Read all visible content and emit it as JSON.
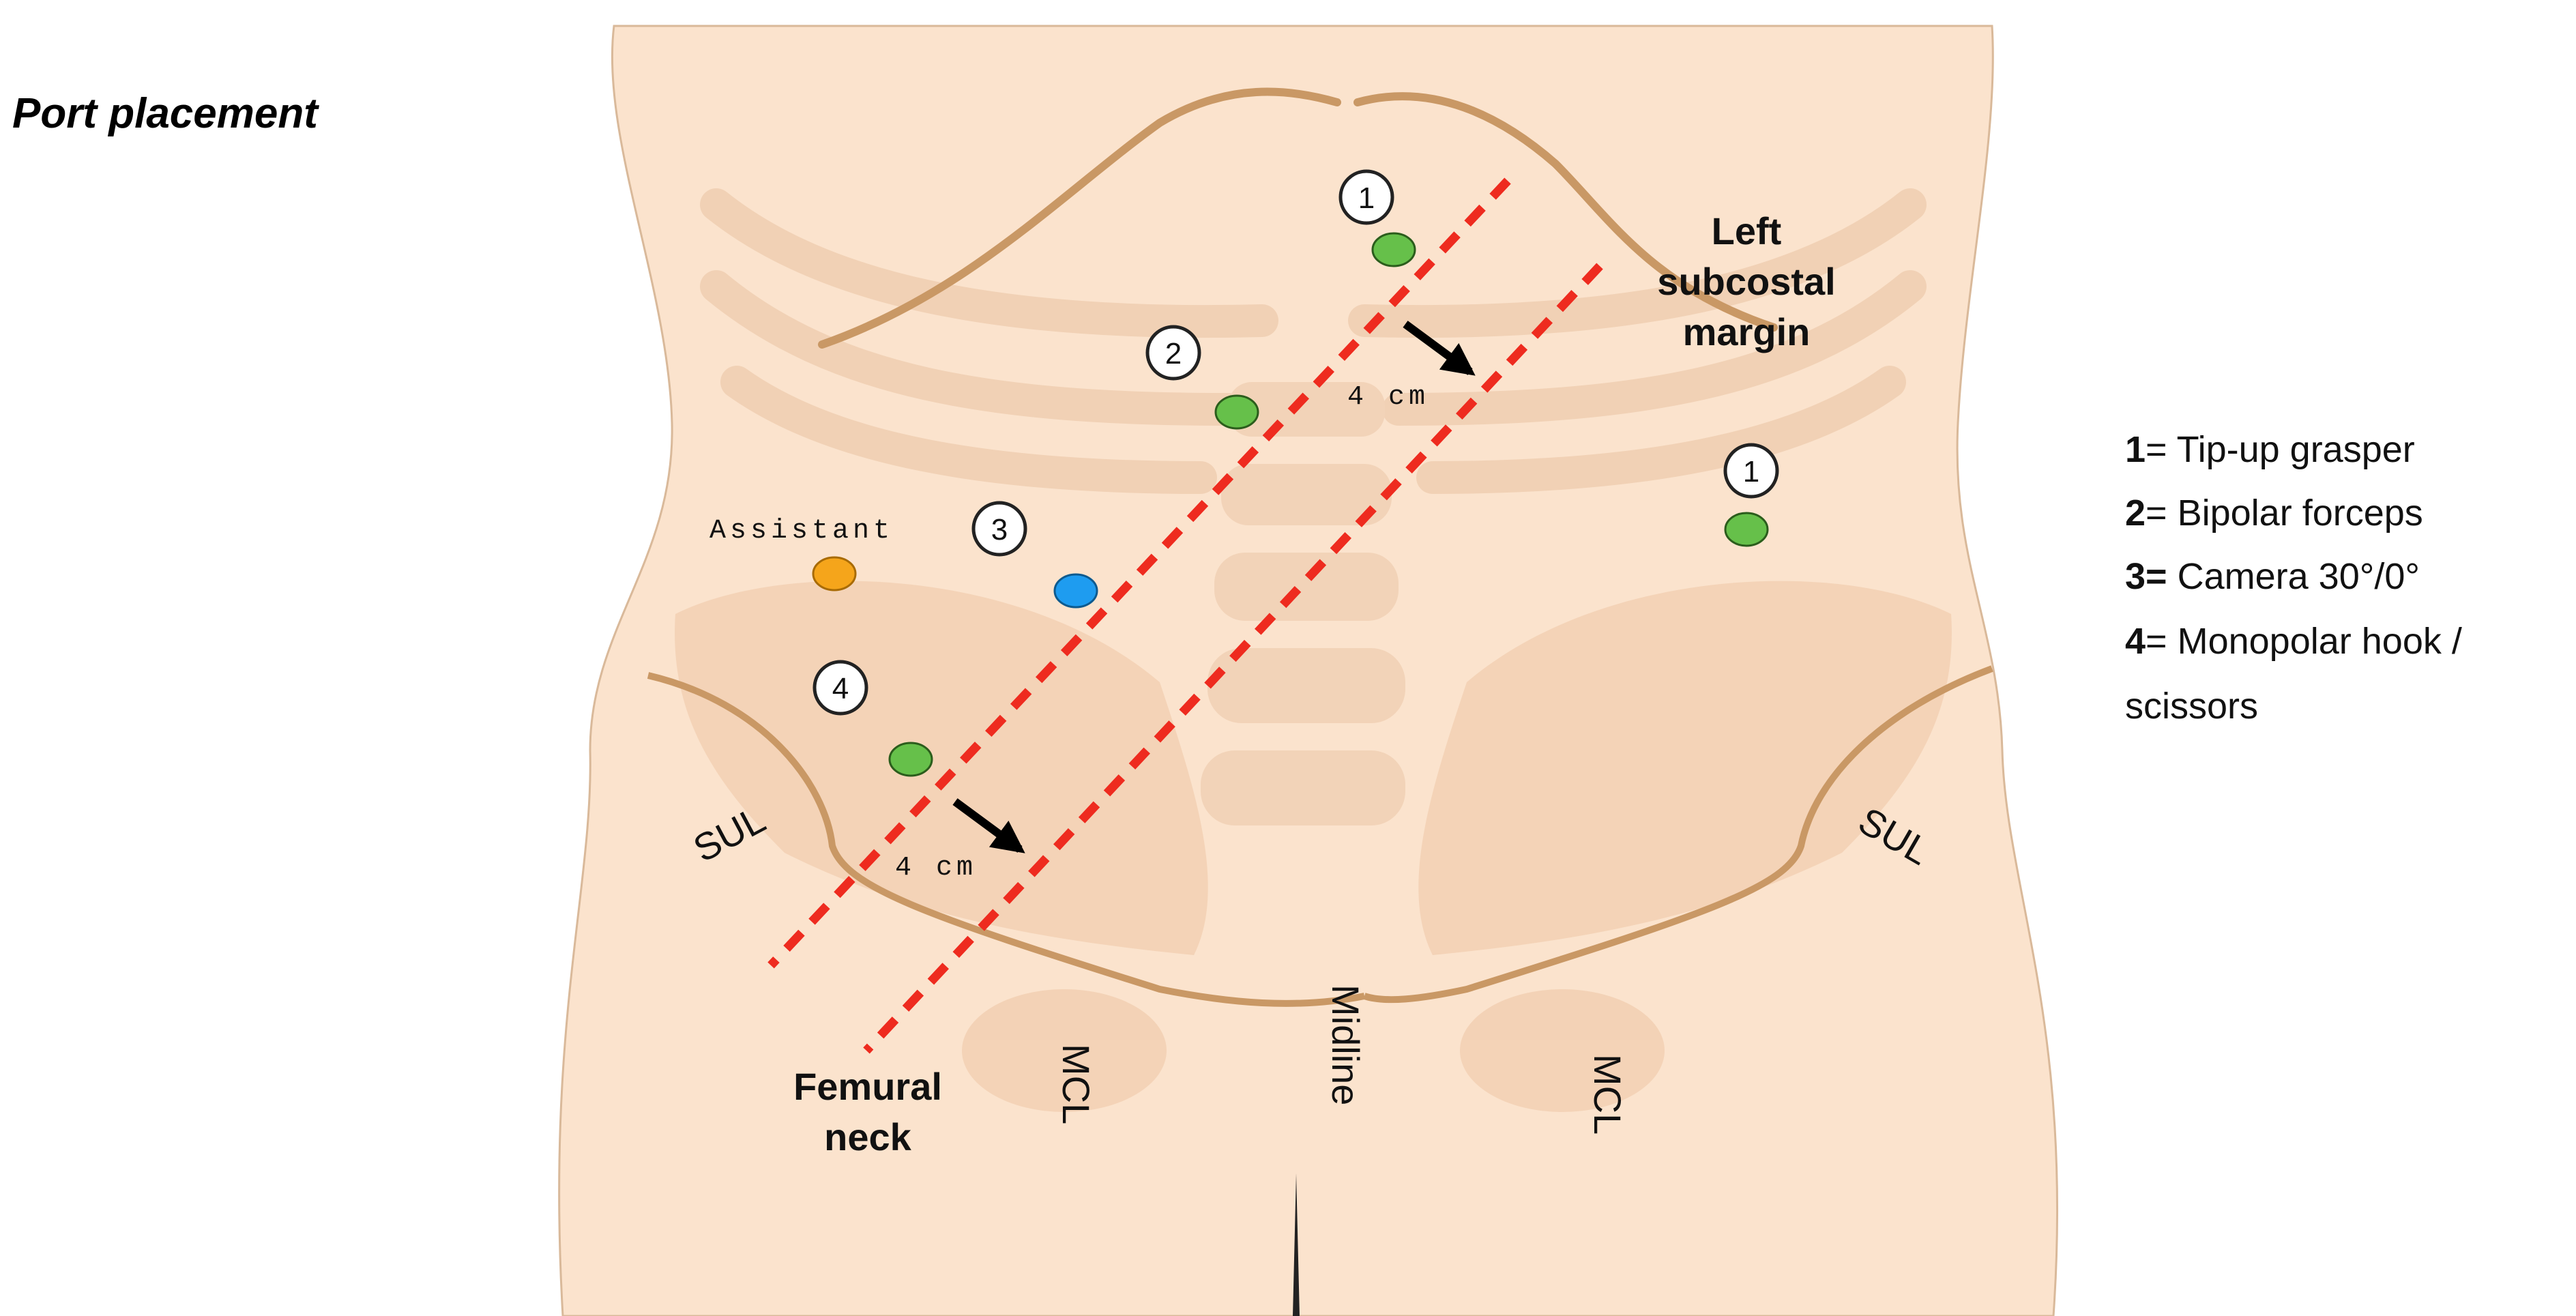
{
  "title": "Port placement",
  "anatomy": {
    "left_subcostal_margin": [
      "Left",
      "subcostal",
      "margin"
    ],
    "femoral_neck": [
      "Femural",
      "neck"
    ],
    "sul_left": "SUL",
    "sul_right": "SUL",
    "mcl_left": "MCL",
    "mcl_right": "MCL",
    "midline": "Midline"
  },
  "distances": {
    "upper": "4 cm",
    "lower": "4 cm"
  },
  "ports": [
    {
      "number": "1",
      "color": "#66c04a"
    },
    {
      "number": "2",
      "color": "#66c04a"
    },
    {
      "number": "3",
      "color": "#1e9cf0"
    },
    {
      "number": "4",
      "color": "#66c04a"
    },
    {
      "number": "1",
      "color": "#66c04a"
    }
  ],
  "assistant": {
    "label": "Assistant",
    "color": "#f5a51b"
  },
  "legend": [
    {
      "key": "1",
      "sep": "= ",
      "text": "Tip-up grasper"
    },
    {
      "key": "2",
      "sep": "= ",
      "text": "Bipolar forceps"
    },
    {
      "key": "3=",
      "sep": " ",
      "text": "Camera 30°/0°"
    },
    {
      "key": "4",
      "sep": "= ",
      "text": "Monopolar hook /"
    },
    {
      "key": "",
      "sep": "",
      "text": "scissors"
    }
  ],
  "colors": {
    "skin": "#fbe3cd",
    "skin_shade": "#f2cfb2",
    "bone": "#efc9a8",
    "rib_line": "#c99865",
    "dashed_line": "#ee2b1f"
  }
}
